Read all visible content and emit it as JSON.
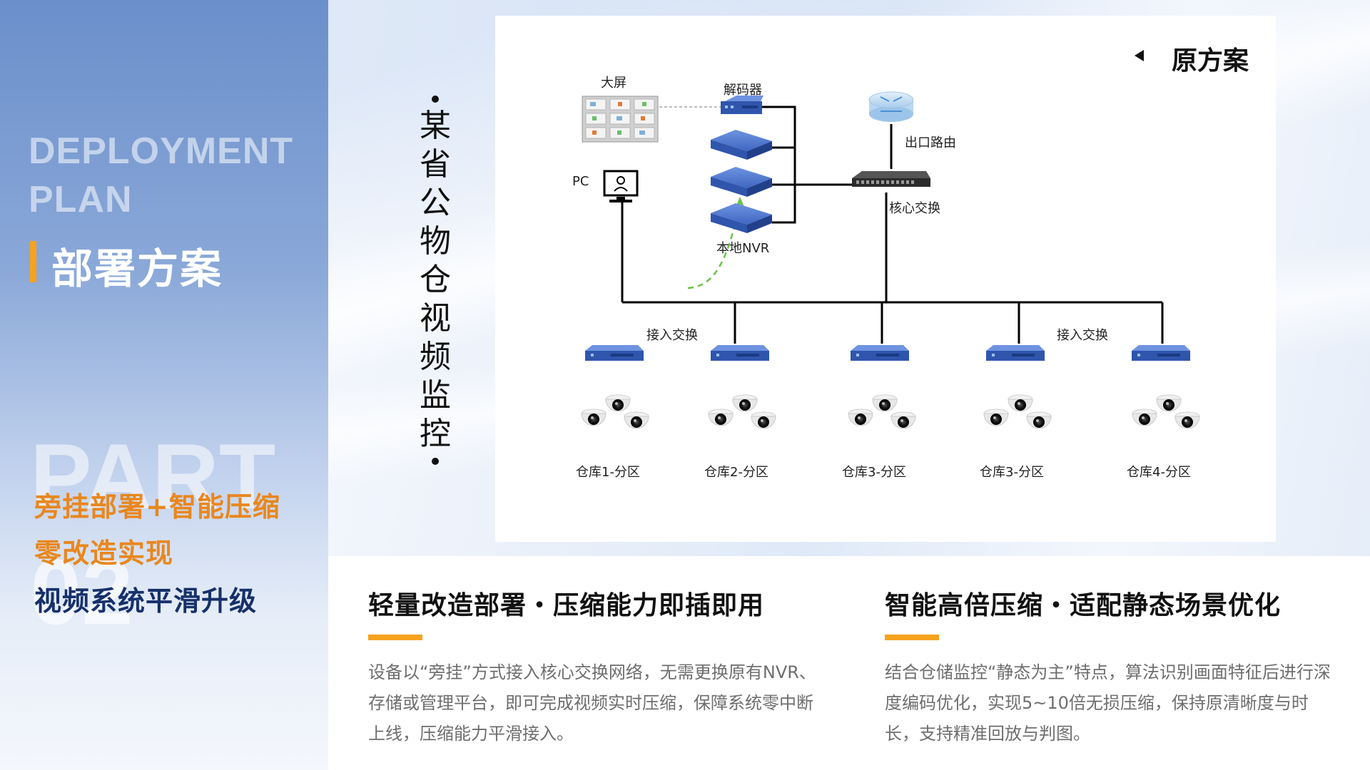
{
  "left": {
    "en_title_line1": "DEPLOYMENT",
    "en_title_line2": "PLAN",
    "cn_title": "部署方案",
    "part_word": "PART",
    "part_number": "02",
    "slogan_line1": "旁挂部署+智能压缩",
    "slogan_line2": "零改造实现",
    "slogan_line3": "视频系统平滑升级"
  },
  "vertical_title": [
    "某",
    "省",
    "公",
    "物",
    "仓",
    "视",
    "频",
    "监",
    "控"
  ],
  "diagram": {
    "tag": "原方案",
    "labels": {
      "screen": "大屏",
      "decoder": "解码器",
      "router": "出口路由",
      "pc": "PC",
      "core_switch": "核心交换",
      "nvr": "本地NVR",
      "access_switch_1": "接入交换",
      "access_switch_2": "接入交换"
    },
    "zones": [
      "仓库1-分区",
      "仓库2-分区",
      "仓库3-分区",
      "仓库3-分区",
      "仓库4-分区"
    ]
  },
  "features": [
    {
      "title": "轻量改造部署・压缩能力即插即用",
      "desc": "设备以“旁挂”方式接入核心交换网络，无需更换原有NVR、存储或管理平台，即可完成视频实时压缩，保障系统零中断上线，压缩能力平滑接入。"
    },
    {
      "title": "智能高倍压缩・适配静态场景优化",
      "desc": "结合仓储监控“静态为主”特点，算法识别画面特征后进行深度编码优化，实现5~10倍无损压缩，保持原清晰度与时长，支持精准回放与判图。"
    }
  ],
  "colors": {
    "accent": "#f6a21e",
    "orange_text": "#e9871d",
    "navy_text": "#16306b",
    "device_blue": "#3f67c2"
  }
}
